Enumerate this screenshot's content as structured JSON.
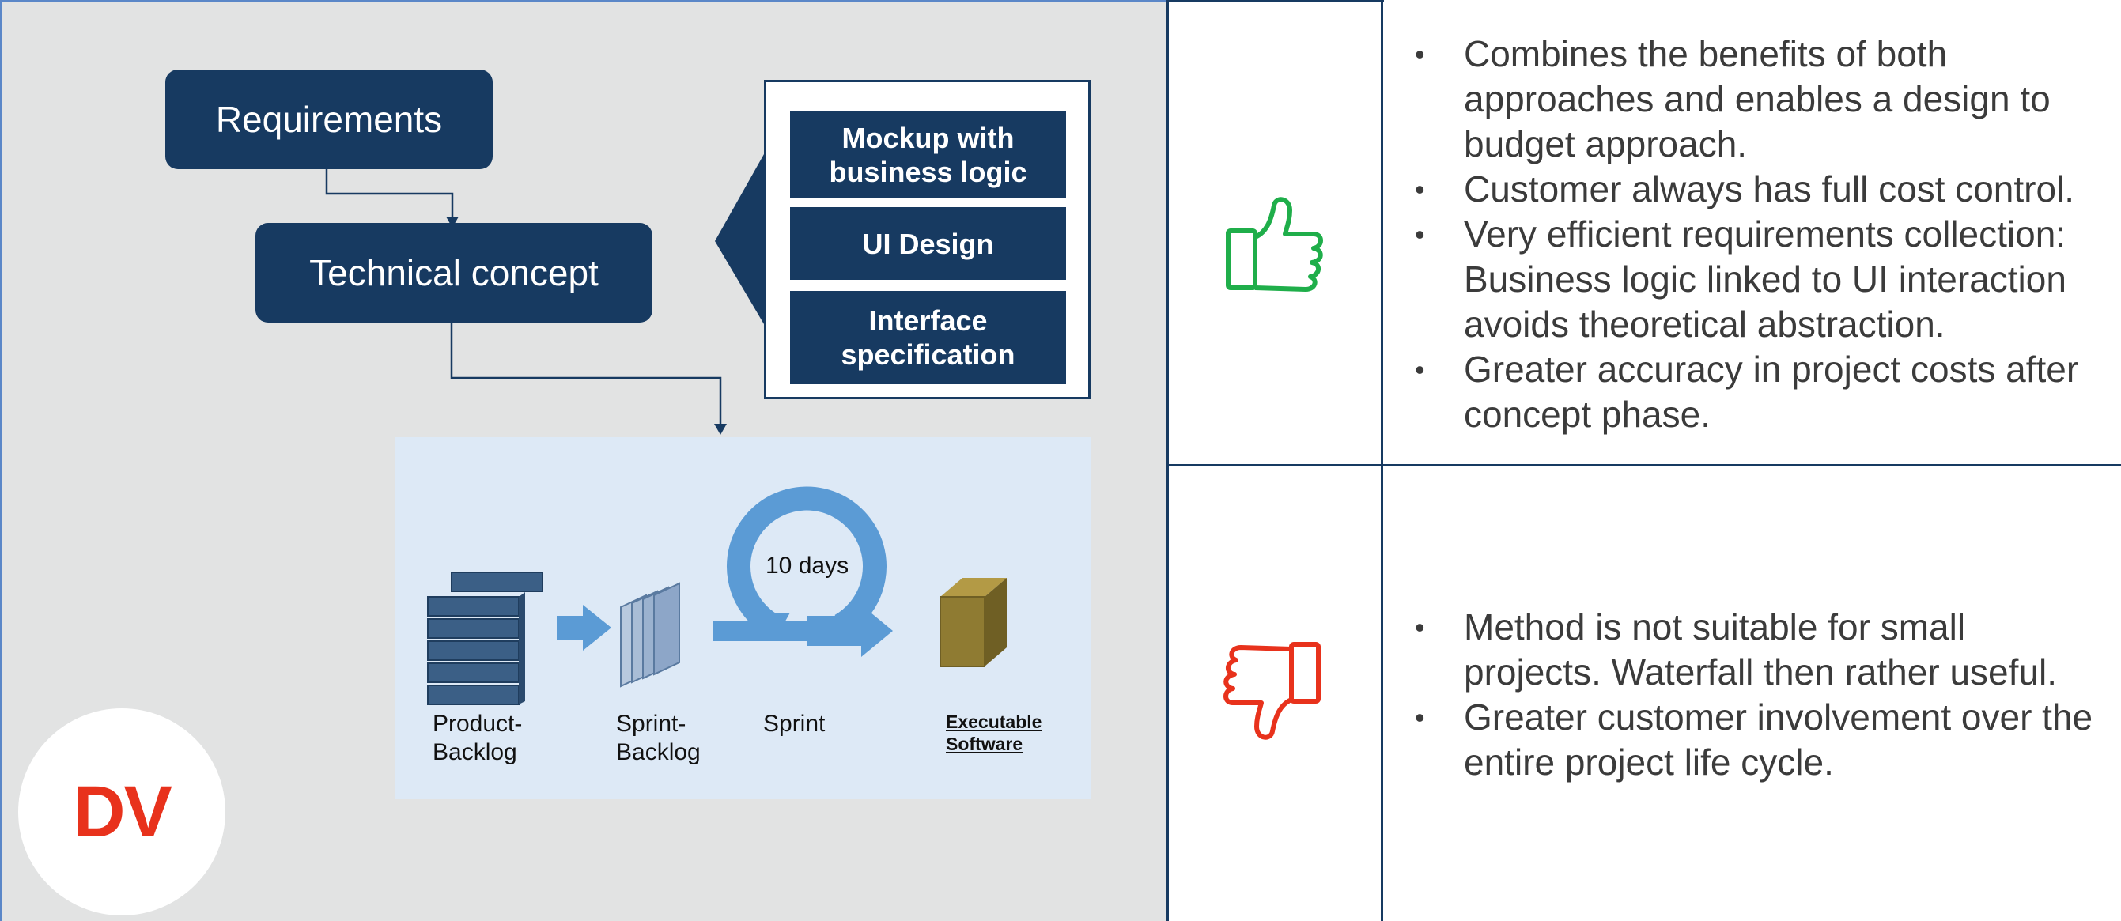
{
  "diagram": {
    "requirements": "Requirements",
    "technical_concept": "Technical concept",
    "concept_details": [
      "Mockup with\nbusiness logic",
      "UI Design",
      "Interface\nspecification"
    ],
    "scrum": {
      "product_backlog": "Product-\nBacklog",
      "sprint_backlog": "Sprint-\nBacklog",
      "sprint": "Sprint",
      "cycle": "10 days",
      "executable_software": "Executable\nSoftware"
    },
    "logo": "DV",
    "colors": {
      "primary": "#173a61",
      "panel": "#e2e3e3",
      "scrum_bg": "#dde9f6",
      "arrow": "#5b9bd5",
      "box_gold": "#8f7b32",
      "logo_red": "#e8321c"
    }
  },
  "pros": {
    "icon": "thumbs-up-icon",
    "color": "#1fae4a",
    "items": [
      "Combines the benefits of both approaches and enables a design to budget approach.",
      "Customer always has full cost control.",
      "Very efficient requirements collection: Business logic linked to UI interaction avoids theoretical abstraction.",
      "Greater accuracy in project costs after concept phase."
    ]
  },
  "cons": {
    "icon": "thumbs-down-icon",
    "color": "#e8321c",
    "items": [
      "Method is not suitable for small projects. Waterfall then rather useful.",
      "Greater customer involvement over the entire project life cycle."
    ]
  }
}
